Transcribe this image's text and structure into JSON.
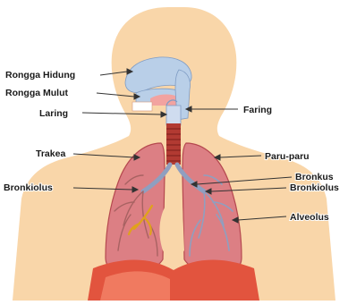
{
  "diagram": {
    "colors": {
      "skin": "#f9d6a9",
      "airway": "#b9cfe8",
      "lung": "#dc7f84",
      "lung_dark": "#b5484f",
      "diaphragm": "#e2543e",
      "trachea": "#b23a32"
    },
    "labels": {
      "rongga_hidung": "Rongga Hidung",
      "rongga_mulut": "Rongga Mulut",
      "laring": "Laring",
      "faring": "Faring",
      "trakea": "Trakea",
      "paru_paru": "Paru-paru",
      "bronkus": "Bronkus",
      "bronkiolus_left": "Bronkiolus",
      "bronkiolus_right": "Bronkiolus",
      "alveolus": "Alveolus"
    }
  }
}
